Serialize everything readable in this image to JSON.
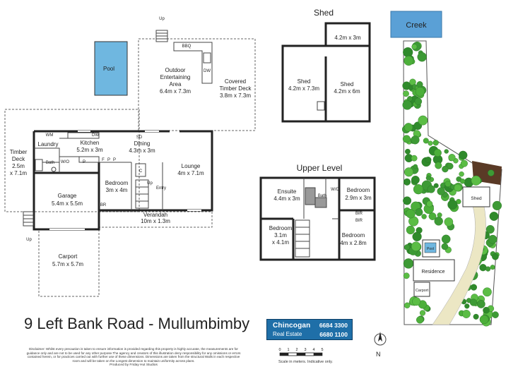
{
  "address": "9 Left Bank Road - Mullumbimby",
  "agency": {
    "name": "Chincogan",
    "subtitle": "Real Estate",
    "phone1": "6684 3300",
    "phone2": "6680 1100"
  },
  "disclaimer": "Disclaimer: Whilst every precaution is taken to ensure information is provided regarding this property is highly accurate, the measurements are for guidance only and are not to be used for any other purpose.The agency and creators of this illustration deny responsibility for any omissions or errors contained herein, or for practices carried out with further use of these dimensions. Dimensions are taken from the structural Walls in each respective room and will be taken on the Longest dimension to maintain uniformity across plans.",
  "credit": "Produced by Friday Hut Studios",
  "scale": {
    "ticks": [
      "0",
      "1",
      "2",
      "3",
      "4",
      "5"
    ],
    "note": "Scale in meters. Indicative only."
  },
  "compass": {
    "north_label": "N"
  },
  "ground": {
    "up1": "Up",
    "up2": "Up",
    "up3": "Up",
    "pool": "Pool",
    "bbq": "BBQ",
    "dw_outdoor": "DW",
    "outdoor_name": "Outdoor",
    "outdoor_name2": "Entertaining",
    "outdoor_name3": "Area",
    "outdoor_dims": "6.4m x 7.3m",
    "deck_name": "Covered",
    "deck_name2": "Timber Deck",
    "deck_dims": "3.8m x 7.3m",
    "timber_name": "Timber",
    "timber_name2": "Deck",
    "timber_dims1": "2.5m",
    "timber_dims2": "x 7.1m",
    "wm": "WM",
    "laundry": "Laundry",
    "bath": "Bath",
    "wo": "W/O",
    "p1": "P",
    "p2": "P",
    "p3": "P",
    "dw": "DW",
    "kitchen": "Kitchen",
    "kitchen_dims": "5.2m x 3m",
    "sd": "SD",
    "dining": "Dining",
    "dining_dims": "4.3m x 3m",
    "lounge": "Lounge",
    "lounge_dims": "4m x 7.1m",
    "f": "F",
    "c": "C",
    "br": "BR",
    "entry": "Entry",
    "bedroom": "Bedroom",
    "bedroom_dims": "3m x 4m",
    "garage": "Garage",
    "garage_dims": "5.4m x 5.5m",
    "verandah": "Verandah",
    "verandah_dims": "10m x 1.3m",
    "carport": "Carport",
    "carport_dims": "5.7m x 5.7m"
  },
  "shed_plan": {
    "title": "Shed",
    "small": "4.2m x 3m",
    "shed1": "Shed",
    "shed1_dims": "4.2m x 7.3m",
    "shed2": "Shed",
    "shed2_dims": "4.2m x 6m"
  },
  "upper": {
    "title": "Upper Level",
    "ensuite": "Ensuite",
    "ensuite_dims": "4.4m x 3m",
    "bath": "Bath",
    "wc": "W/C",
    "bed1": "Bedroom",
    "bed1_dims1": "3.1m",
    "bed1_dims2": "x 4.1m",
    "bed2": "Bedroom",
    "bed2_dims": "2.9m x 3m",
    "bir1": "BIR",
    "bir2": "BIR",
    "bed3": "Bedroom",
    "bed3_dims": "4m x 2.8m"
  },
  "site": {
    "creek": "Creek",
    "shed": "Shed",
    "pool": "Pool",
    "residence": "Residence",
    "carport": "Carport"
  }
}
